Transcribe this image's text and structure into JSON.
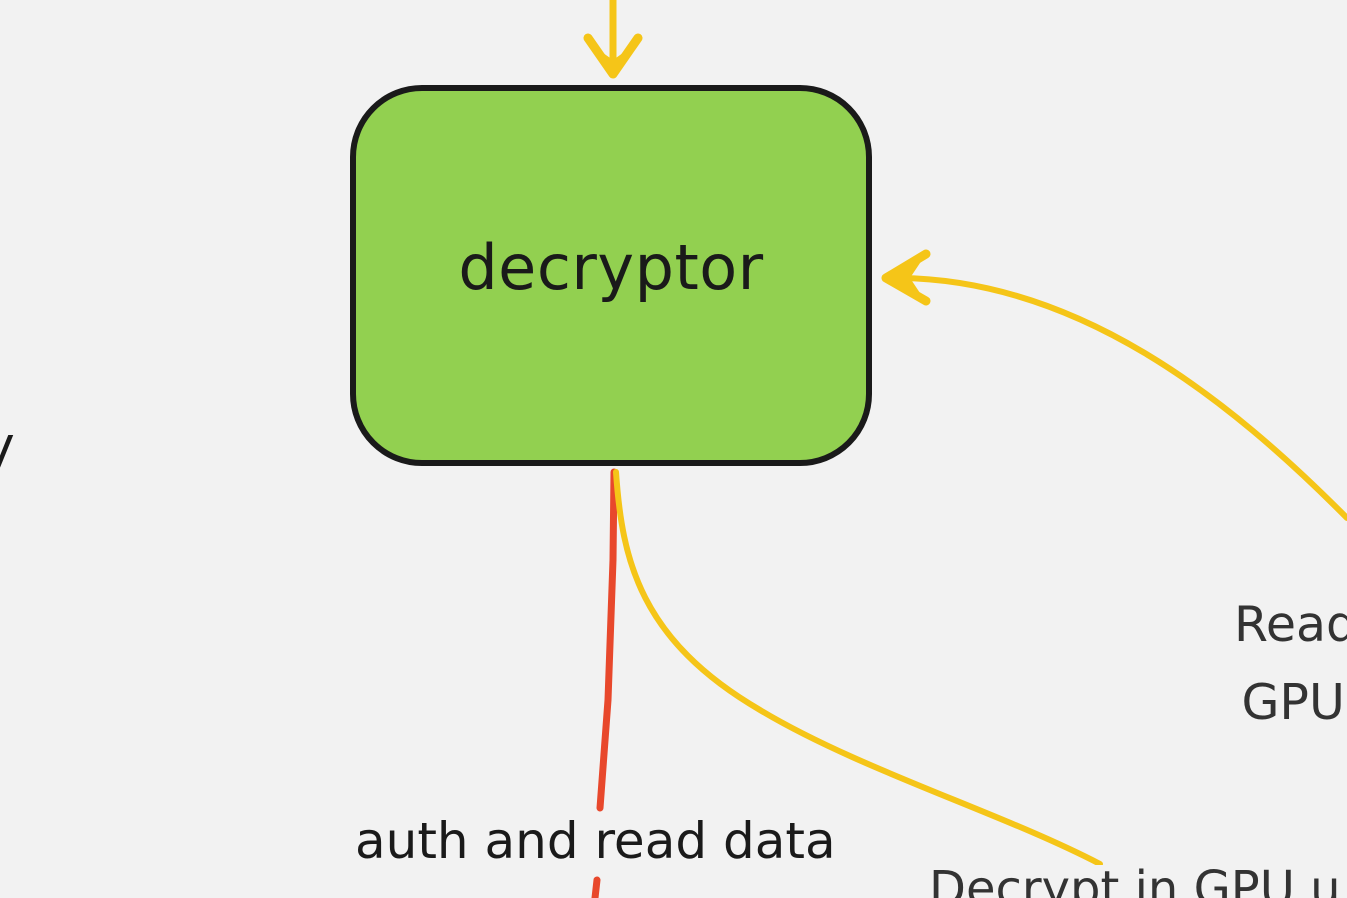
{
  "nodes": {
    "decryptor": {
      "label": "decryptor",
      "fill": "#92d050",
      "border": "#1a1a1a"
    }
  },
  "edges": {
    "top_incoming": {
      "color": "#f5c518"
    },
    "auth_and_read": {
      "label": "auth and read data",
      "color": "#e8482c"
    },
    "read_from_gpud": {
      "label": "Read f\nGPUD",
      "color": "#f5c518"
    },
    "decrypt_in_gpu": {
      "label": "Decrypt in GPU u",
      "color": "#f5c518"
    }
  },
  "offscreen_labels": {
    "left_partial": "y"
  },
  "background": "#f2f2f2"
}
